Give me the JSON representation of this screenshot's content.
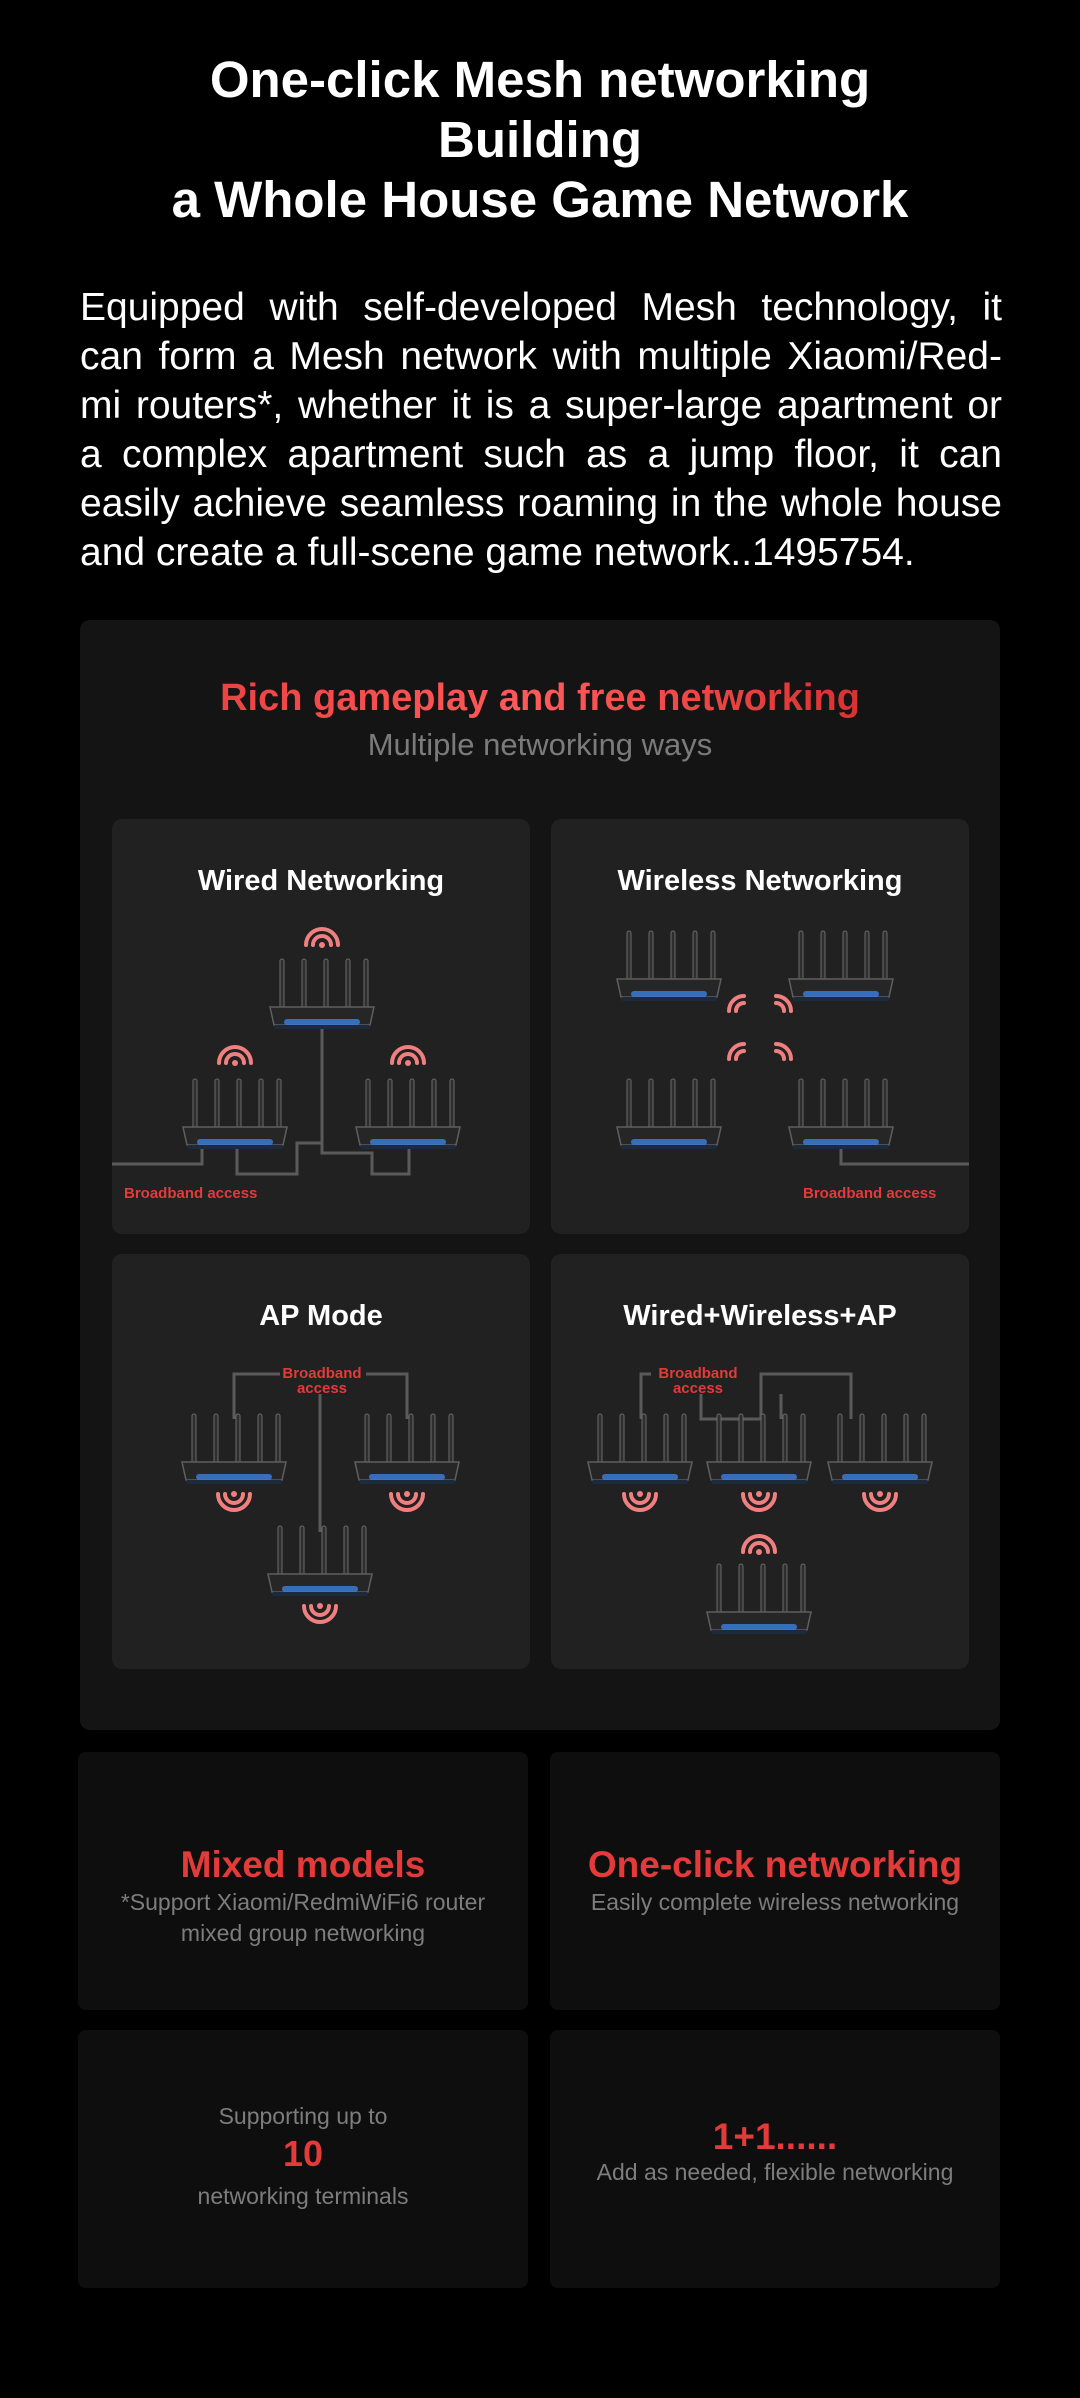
{
  "header": {
    "title_lines": [
      "One-click Mesh networking",
      "Building",
      "a Whole House Game Network"
    ],
    "intro": "Equipped with self-developed Mesh technology, it can form a Mesh network with multiple Xiaomi/Red-mi routers*, whether it is a super-large apartment or a complex apartment such as a jump floor, it can easily achieve seamless roaming in the whole house and create a full-scene game network..1495754."
  },
  "panel": {
    "title": "Rich gameplay and free networking",
    "subtitle": "Multiple networking ways",
    "cards": [
      {
        "title": "Wired Networking",
        "label": "Broadband access"
      },
      {
        "title": "Wireless Networking",
        "label": "Broadband access"
      },
      {
        "title": "AP Mode",
        "label_lines": [
          "Broadband",
          "access"
        ]
      },
      {
        "title": "Wired+Wireless+AP",
        "label_lines": [
          "Broadband",
          "access"
        ]
      }
    ]
  },
  "tiles": [
    {
      "big": "Mixed models",
      "small_lines": [
        "*Support Xiaomi/RedmiWiFi6 router",
        "mixed group networking"
      ]
    },
    {
      "big": "One-click networking",
      "small_lines": [
        "Easily complete wireless networking"
      ]
    },
    {
      "top": "Supporting up to",
      "big": "10",
      "bottom": "networking terminals"
    },
    {
      "big": "1+1......",
      "small_lines": [
        "Add as needed, flexible networking"
      ]
    }
  ],
  "colors": {
    "background": "#000000",
    "accent_red": "#e33a3a",
    "panel": "#141414",
    "card": "#212121",
    "tile": "#0e0e0e",
    "muted_text": "#7b7b7b",
    "router_glow": "#3a7bd5",
    "wifi_pink": "#f08080"
  }
}
